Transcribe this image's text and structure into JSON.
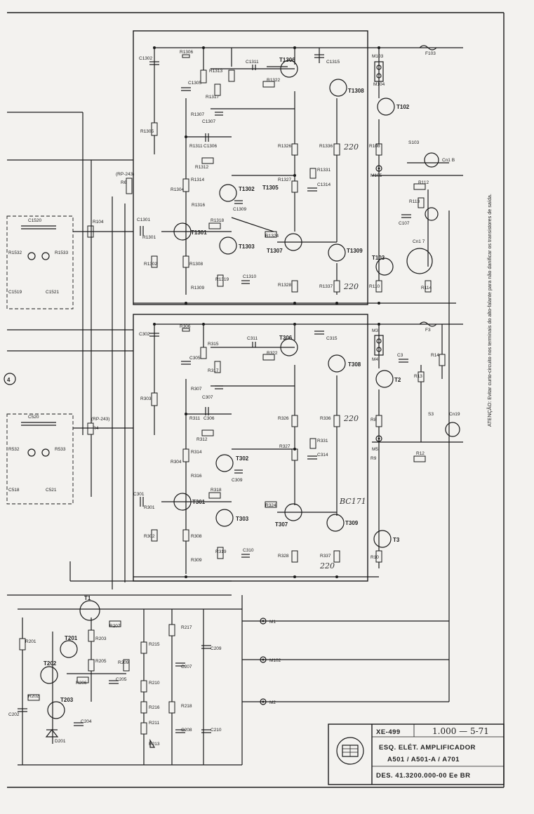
{
  "title_block": {
    "code": "XE-499",
    "revision": "1.000 — 5-71",
    "title_line1": "ESQ. ELÉT. AMPLIFICADOR",
    "title_line2": "A501 / A501-A / A701",
    "drawing_number": "DES. 41.3200.000-00 Ee BR"
  },
  "warning_note": "ATENÇÃO: Evitar curto-circuito nos terminais do alto-falante para não danificar os transistores de saída.",
  "section_marker": "4",
  "channel_top": {
    "transistors": [
      "T1301",
      "T1302",
      "T1303",
      "T1305",
      "T1306",
      "T1307",
      "T1308",
      "T1309",
      "T102",
      "T103"
    ],
    "resistors": [
      "R1304",
      "R1305",
      "R1306",
      "R1307",
      "R1308",
      "R1309",
      "R1311",
      "R1312",
      "R1313",
      "R1314",
      "R1316",
      "R1317",
      "R1318",
      "R1319",
      "R1322",
      "R1324",
      "R1326",
      "R1327",
      "R1328",
      "R1331",
      "R1336",
      "R1337",
      "R1301",
      "R1302",
      "R108",
      "R110",
      "R112",
      "R113",
      "R114",
      "R104",
      "R1532",
      "R1533"
    ],
    "capacitors": [
      "C1301",
      "C1302",
      "C1305",
      "C1306",
      "C1307",
      "C1309",
      "C1310",
      "C1311",
      "C1314",
      "C1315",
      "C107",
      "C1519",
      "C1520",
      "C1521"
    ],
    "others": [
      "F103",
      "M103",
      "M104",
      "M105",
      "S103",
      "Cn1 B",
      "Cn1 7",
      "RP-243",
      "R6"
    ]
  },
  "channel_bottom": {
    "transistors": [
      "T301",
      "T302",
      "T303",
      "T306",
      "T307",
      "T308",
      "T309",
      "T2",
      "T3"
    ],
    "resistors": [
      "R301",
      "R302",
      "R303",
      "R304",
      "R306",
      "R307",
      "R308",
      "R309",
      "R311",
      "R312",
      "R314",
      "R315",
      "R316",
      "R317",
      "R318",
      "R319",
      "R322",
      "R324",
      "R326",
      "R327",
      "R328",
      "R331",
      "R336",
      "R337",
      "R8",
      "R9",
      "R10",
      "R12",
      "R13",
      "R14",
      "R4",
      "R532",
      "R533"
    ],
    "capacitors": [
      "C301",
      "C302",
      "C305",
      "C306",
      "C307",
      "C309",
      "C310",
      "C311",
      "C314",
      "C315",
      "C3",
      "C518",
      "C520",
      "C521"
    ],
    "others": [
      "F3",
      "M3",
      "M4",
      "M5",
      "S3",
      "Cn19",
      "BC171"
    ]
  },
  "power_supply": {
    "transistors": [
      "T1",
      "T201",
      "T202",
      "T203"
    ],
    "resistors": [
      "R201",
      "R202",
      "R203",
      "R205",
      "R206",
      "R207",
      "R209",
      "R210",
      "R211",
      "R213",
      "R215",
      "R216",
      "R217",
      "R218"
    ],
    "capacitors": [
      "C202",
      "C204",
      "C205",
      "C207",
      "C208",
      "C209",
      "C210"
    ],
    "others": [
      "D201",
      "M1",
      "M102",
      "M2"
    ]
  },
  "handwritten": [
    "220",
    "220",
    "220",
    "220",
    "BC171"
  ],
  "colors": {
    "ink": "#1a1a1a",
    "paper": "#f3f2ef"
  }
}
